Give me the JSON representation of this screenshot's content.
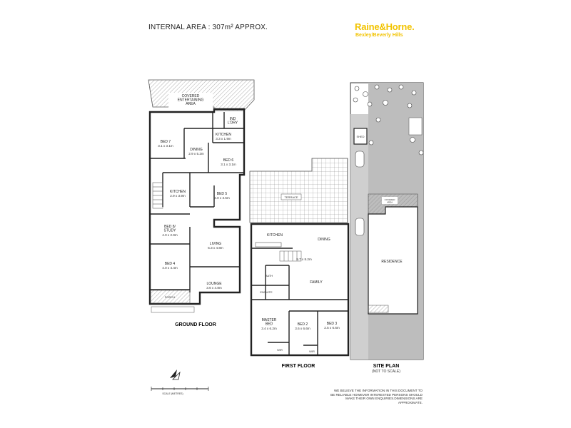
{
  "header": {
    "internal_area": "INTERNAL AREA : 307m² APPROX.",
    "brand_name": "Raine&Horne.",
    "brand_office": "Bexley/Beverly Hills"
  },
  "colors": {
    "brand_yellow": "#f2c300",
    "wall": "#222222",
    "hatch": "#777777",
    "site_grey": "#bdbdbd"
  },
  "ground_floor": {
    "title": "GROUND FLOOR",
    "rooms": {
      "covered_entertaining": {
        "name": "COVERED\nENTERTAINING\nAREA"
      },
      "ldry": {
        "name": "IND\nL'DRY"
      },
      "kitchen_rear": {
        "name": "KITCHEN",
        "dims": "3.3 x 1.9m"
      },
      "bed7": {
        "name": "BED 7",
        "dims": "3.1 x 3.1m"
      },
      "dining": {
        "name": "DINING",
        "dims": "2.9 x 5.2m"
      },
      "bed6": {
        "name": "BED 6",
        "dims": "3.1 x 3.1m"
      },
      "kitchen_front": {
        "name": "KITCHEN",
        "dims": "2.9 x 3.9m"
      },
      "bed5": {
        "name": "BED 5",
        "dims": "4.0 x 3.5m"
      },
      "bed8": {
        "name": "BED 8/\nSTUDY",
        "dims": "4.0 x 2.9m"
      },
      "living": {
        "name": "LIVING",
        "dims": "5.3 x 4.8m"
      },
      "bed4": {
        "name": "BED 4",
        "dims": "4.0 x 4.4m"
      },
      "lounge": {
        "name": "LOUNGE",
        "dims": "3.6 x 4.8m"
      },
      "porch": {
        "name": "PORCH"
      }
    }
  },
  "first_floor": {
    "title": "FIRST FLOOR",
    "rooms": {
      "terrace": {
        "name": "TERRACE"
      },
      "kitchen": {
        "name": "KITCHEN"
      },
      "dining": {
        "name": "DINING"
      },
      "family": {
        "name": "FAMILY",
        "dims": "9.7 x 8.2m"
      },
      "bath": {
        "name": "BATH"
      },
      "ensuite": {
        "name": "ENSUITE"
      },
      "master": {
        "name": "MASTER\nBED",
        "dims": "3.4 x 6.2m"
      },
      "bed2": {
        "name": "BED 2",
        "dims": "3.6 x 6.6m"
      },
      "bed3": {
        "name": "BED 3",
        "dims": "2.5 x 6.6m"
      },
      "wir": {
        "name": "WIR"
      },
      "wir2": {
        "name": "WIR"
      }
    }
  },
  "site_plan": {
    "title": "SITE PLAN",
    "subtitle": "(NOT TO SCALE)",
    "shed": "SHED",
    "covered": "COVERED\nAREA",
    "residence": "RESIDENCE"
  },
  "scale_bar": {
    "label": "SCALE (METRES)"
  },
  "disclaimer": "WE BELIEVE THE INFORMATION IN THIS DOCUMENT TO BE RELIABLE HOWEVER INTERESTED PERSONS SHOULD MAKE THEIR OWN ENQUIRIES.DIMENSIONS ARE APPROXIMATE."
}
